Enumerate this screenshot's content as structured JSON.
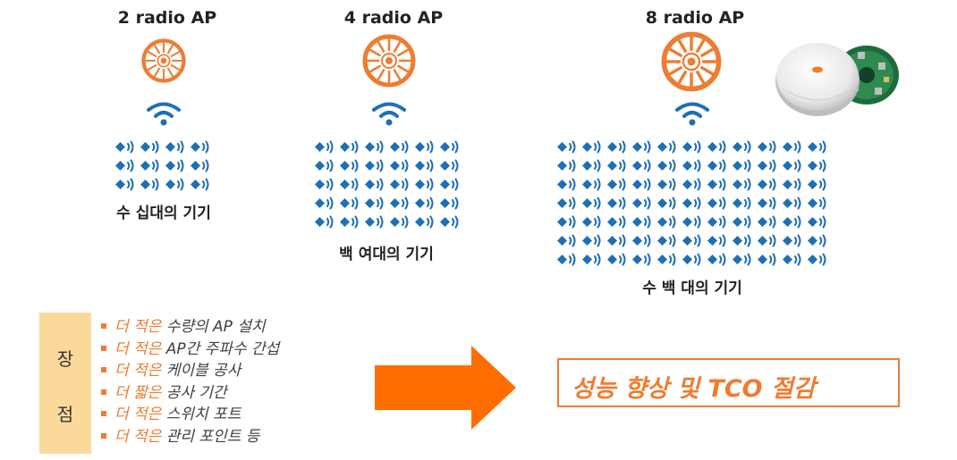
{
  "columns": [
    {
      "title": "2 radio AP",
      "caption": "수 십대의 기기",
      "radios": 2,
      "device_rows": 3,
      "device_cols": 4
    },
    {
      "title": "4 radio AP",
      "caption": "백 여대의 기기",
      "radios": 4,
      "device_rows": 5,
      "device_cols": 6
    },
    {
      "title": "8 radio AP",
      "caption": "수 백 대의 기기",
      "radios": 8,
      "device_rows": 7,
      "device_cols": 11
    }
  ],
  "advantages": {
    "label_chars": [
      "장",
      "점"
    ],
    "items": [
      {
        "emphasis": "더 적은",
        "text": "수량의 AP 설치"
      },
      {
        "emphasis": "더 적은",
        "text": "AP간 주파수 간섭"
      },
      {
        "emphasis": "더 적은",
        "text": "케이블 공사"
      },
      {
        "emphasis": "더 짧은",
        "text": "공사 기간"
      },
      {
        "emphasis": "더 적은",
        "text": "스위치 포트"
      },
      {
        "emphasis": "더 적은",
        "text": "관리 포인트 등"
      }
    ]
  },
  "result": {
    "text": "성능 향상 및 TCO 절감"
  },
  "colors": {
    "accent": "#ed7d31",
    "wifi_blue": "#1f6fb4",
    "label_bg": "#fbd99b"
  },
  "icons": [
    "radio-ap-icon",
    "wifi-signal-icon",
    "client-device-icon",
    "access-point-photo",
    "arrow-right-icon"
  ]
}
